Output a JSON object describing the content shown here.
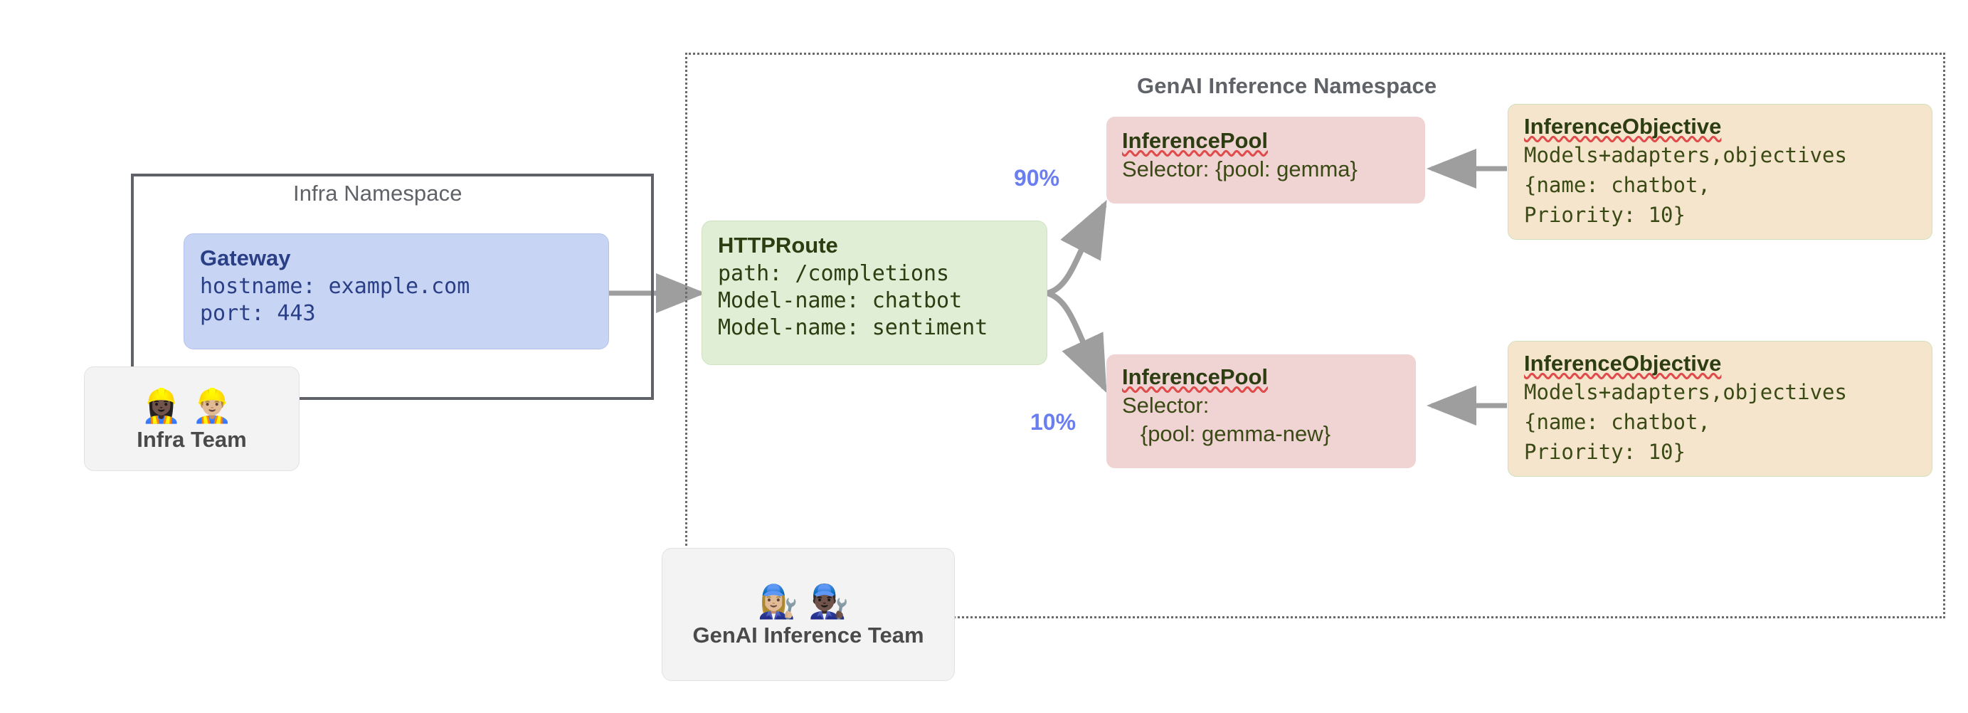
{
  "namespaces": {
    "infra": {
      "title": "Infra Namespace"
    },
    "genai": {
      "title": "GenAI Inference Namespace"
    }
  },
  "gateway": {
    "title": "Gateway",
    "hostname": "hostname: example.com",
    "port": "port: 443"
  },
  "httproute": {
    "title": "HTTPRoute",
    "path": "path: /completions",
    "model_name_1": "Model-name: chatbot",
    "model_name_2": "Model-name: sentiment"
  },
  "pools": [
    {
      "title": "InferencePool",
      "selector_line_1": "Selector: {pool: gemma}",
      "selector_line_2": "",
      "weight": "90%"
    },
    {
      "title": "InferencePool",
      "selector_line_1": "Selector:",
      "selector_line_2": "   {pool: gemma-new}",
      "weight": "10%"
    }
  ],
  "objectives": [
    {
      "title": "InferenceObjective",
      "line_1": "Models+adapters,objectives",
      "line_2": "{name: chatbot,",
      "line_3": "Priority: 10}"
    },
    {
      "title": "InferenceObjective",
      "line_1": "Models+adapters,objectives",
      "line_2": "{name: chatbot,",
      "line_3": "Priority: 10}"
    }
  ],
  "teams": [
    {
      "label": "Infra Team",
      "emojis": "👷🏿‍♀️👷🏼‍♂️"
    },
    {
      "label": "GenAI Inference Team",
      "emojis": "👩🏼‍🔧👨🏿‍🔧"
    }
  ],
  "colors": {
    "gateway_bg": "#c7d4f4",
    "httproute_bg": "#dfeed4",
    "pool_bg": "#f0d3d3",
    "objective_bg": "#f6e5cd",
    "team_bg": "#f3f3f3",
    "arrow": "#9e9e9e",
    "weight_text": "#6b7ef0",
    "namespace_border": "#5f6368"
  }
}
